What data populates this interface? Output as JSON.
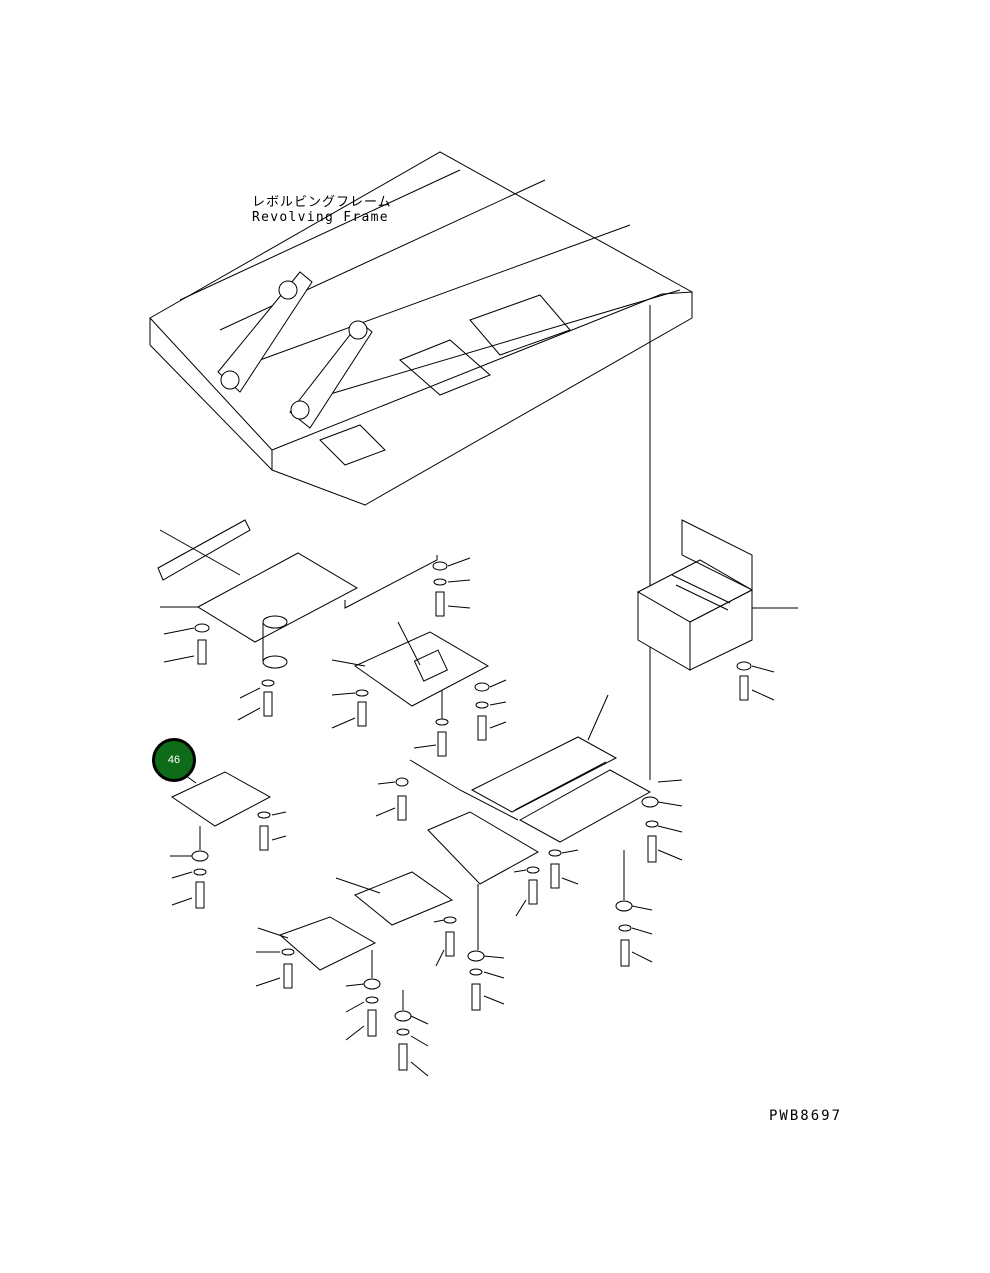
{
  "frame_label": {
    "japanese": "レボルビングフレーム",
    "english": "Revolving Frame"
  },
  "callout": {
    "number": "46",
    "color": "#0e6b17"
  },
  "drawing_code": "PWB8697"
}
